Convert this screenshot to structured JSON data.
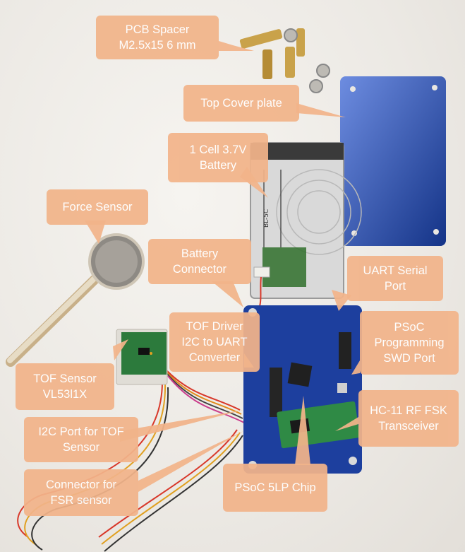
{
  "callouts": {
    "pcb_spacer": {
      "line1": "PCB Spacer",
      "line2": "M2.5x15 6 mm"
    },
    "top_cover": {
      "line1": "Top Cover plate"
    },
    "battery": {
      "line1": "1 Cell 3.7V",
      "line2": "Battery"
    },
    "force_sensor": {
      "line1": "Force Sensor"
    },
    "battery_connector": {
      "line1": "Battery",
      "line2": "Connector"
    },
    "uart_serial": {
      "line1": "UART Serial",
      "line2": "Port"
    },
    "tof_driver": {
      "line1": "TOF Driver",
      "line2": "I2C to UART",
      "line3": "Converter"
    },
    "psoc_programming": {
      "line1": "PSoC",
      "line2": "Programming",
      "line3": "SWD Port"
    },
    "tof_sensor": {
      "line1": "TOF Sensor",
      "line2": "VL53l1X"
    },
    "hc11": {
      "line1": "HC-11 RF FSK",
      "line2": "Transceiver"
    },
    "i2c_port": {
      "line1": "I2C Port for TOF",
      "line2": "Sensor"
    },
    "fsr_connector": {
      "line1": "Connector for",
      "line2": "FSR sensor"
    },
    "psoc_chip": {
      "line1": "PSoC 5LP Chip"
    }
  },
  "battery_markings": {
    "model": "BL-5C"
  },
  "colors": {
    "callout": "#f2b48a",
    "callout_text": "#ffffff",
    "cover_plate": "#1f4fd0",
    "pcb": "#1d3f9e",
    "hc11_board": "#2f8a45",
    "tof_board": "#2c7a3c",
    "brass": "#c9a24a"
  }
}
